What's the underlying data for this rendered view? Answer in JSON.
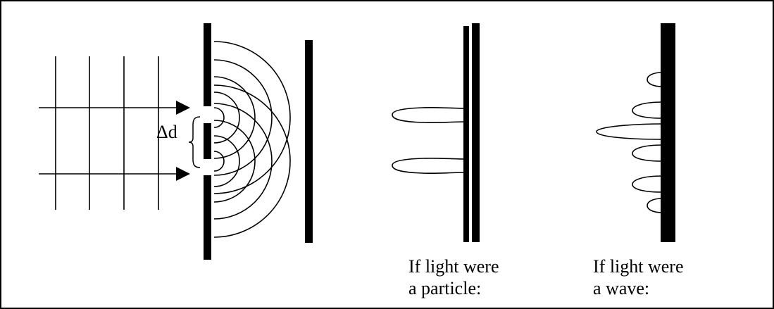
{
  "labels": {
    "slit_spacing": "Δd",
    "particle_caption": [
      "If light were",
      "a particle:"
    ],
    "wave_caption": [
      "If light were",
      "a wave:"
    ]
  },
  "colors": {
    "ink": "#000000",
    "background": "#ffffff"
  }
}
